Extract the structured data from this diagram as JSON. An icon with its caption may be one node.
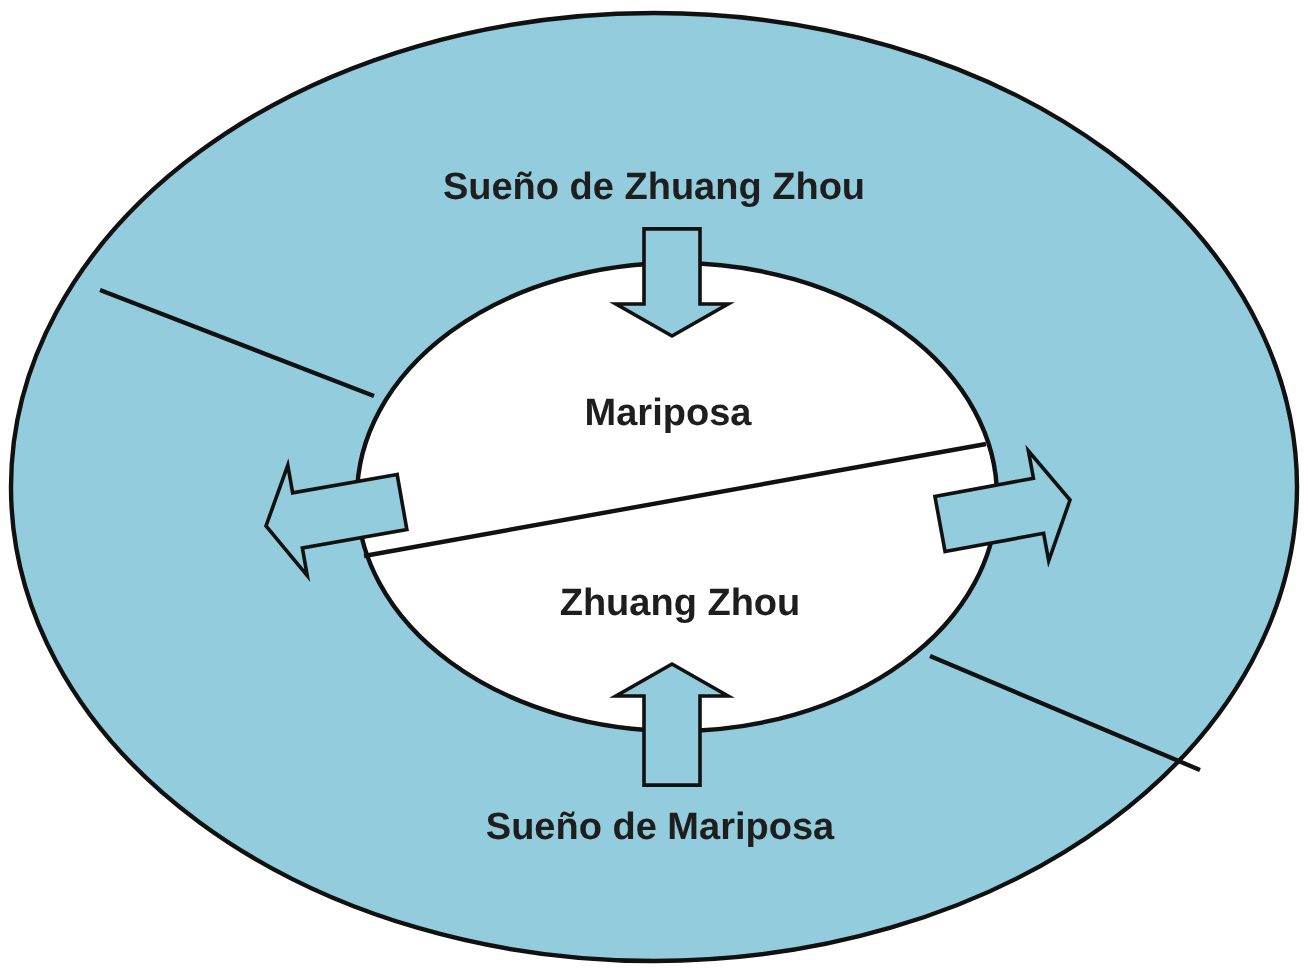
{
  "diagram": {
    "nodes": [
      {
        "text": [],
        "shape": "ellipse"
      },
      {
        "text": [
          "Sueño de Zhuang Zhou"
        ],
        "in": 0
      },
      {
        "text": [
          "Mariposa",
          "Zhuang Zhou"
        ],
        "in": 0
      },
      {
        "text": [
          "Sueño de Mariposa"
        ],
        "in": 0
      }
    ],
    "edges": [
      {
        "from": 1,
        "to": 2,
        "arrow": "to"
      },
      {
        "from": 3,
        "to": 2,
        "arrow": "to"
      },
      {
        "from": 2,
        "to": null,
        "arrow": "to"
      },
      {
        "from": 2,
        "to": null,
        "arrow": "to"
      }
    ]
  }
}
